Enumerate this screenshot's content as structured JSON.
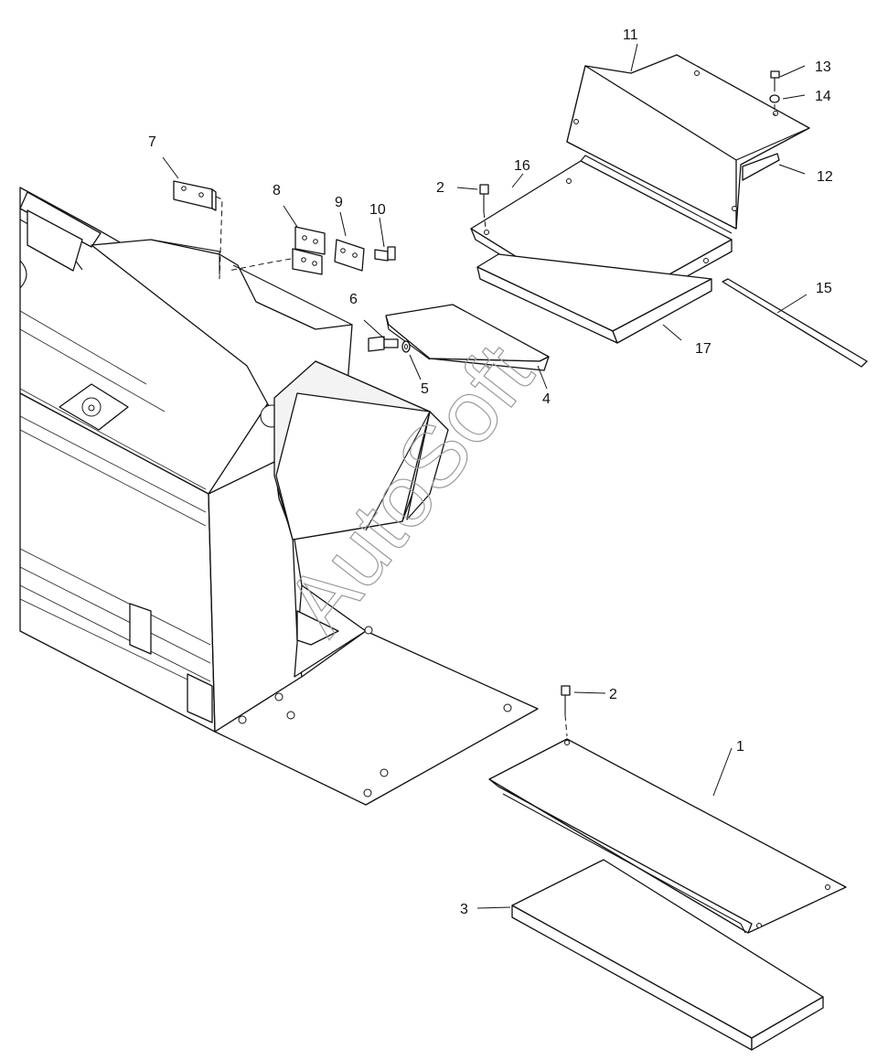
{
  "watermark": "AutoSoft",
  "callouts": [
    {
      "id": "c1",
      "text": "1"
    },
    {
      "id": "c2a",
      "text": "2"
    },
    {
      "id": "c2b",
      "text": "2"
    },
    {
      "id": "c3",
      "text": "3"
    },
    {
      "id": "c4",
      "text": "4"
    },
    {
      "id": "c5",
      "text": "5"
    },
    {
      "id": "c6",
      "text": "6"
    },
    {
      "id": "c7",
      "text": "7"
    },
    {
      "id": "c8",
      "text": "8"
    },
    {
      "id": "c9",
      "text": "9"
    },
    {
      "id": "c10",
      "text": "10"
    },
    {
      "id": "c11",
      "text": "11"
    },
    {
      "id": "c12",
      "text": "12"
    },
    {
      "id": "c13",
      "text": "13"
    },
    {
      "id": "c14",
      "text": "14"
    },
    {
      "id": "c15",
      "text": "15"
    },
    {
      "id": "c16",
      "text": "16"
    },
    {
      "id": "c17",
      "text": "17"
    }
  ]
}
